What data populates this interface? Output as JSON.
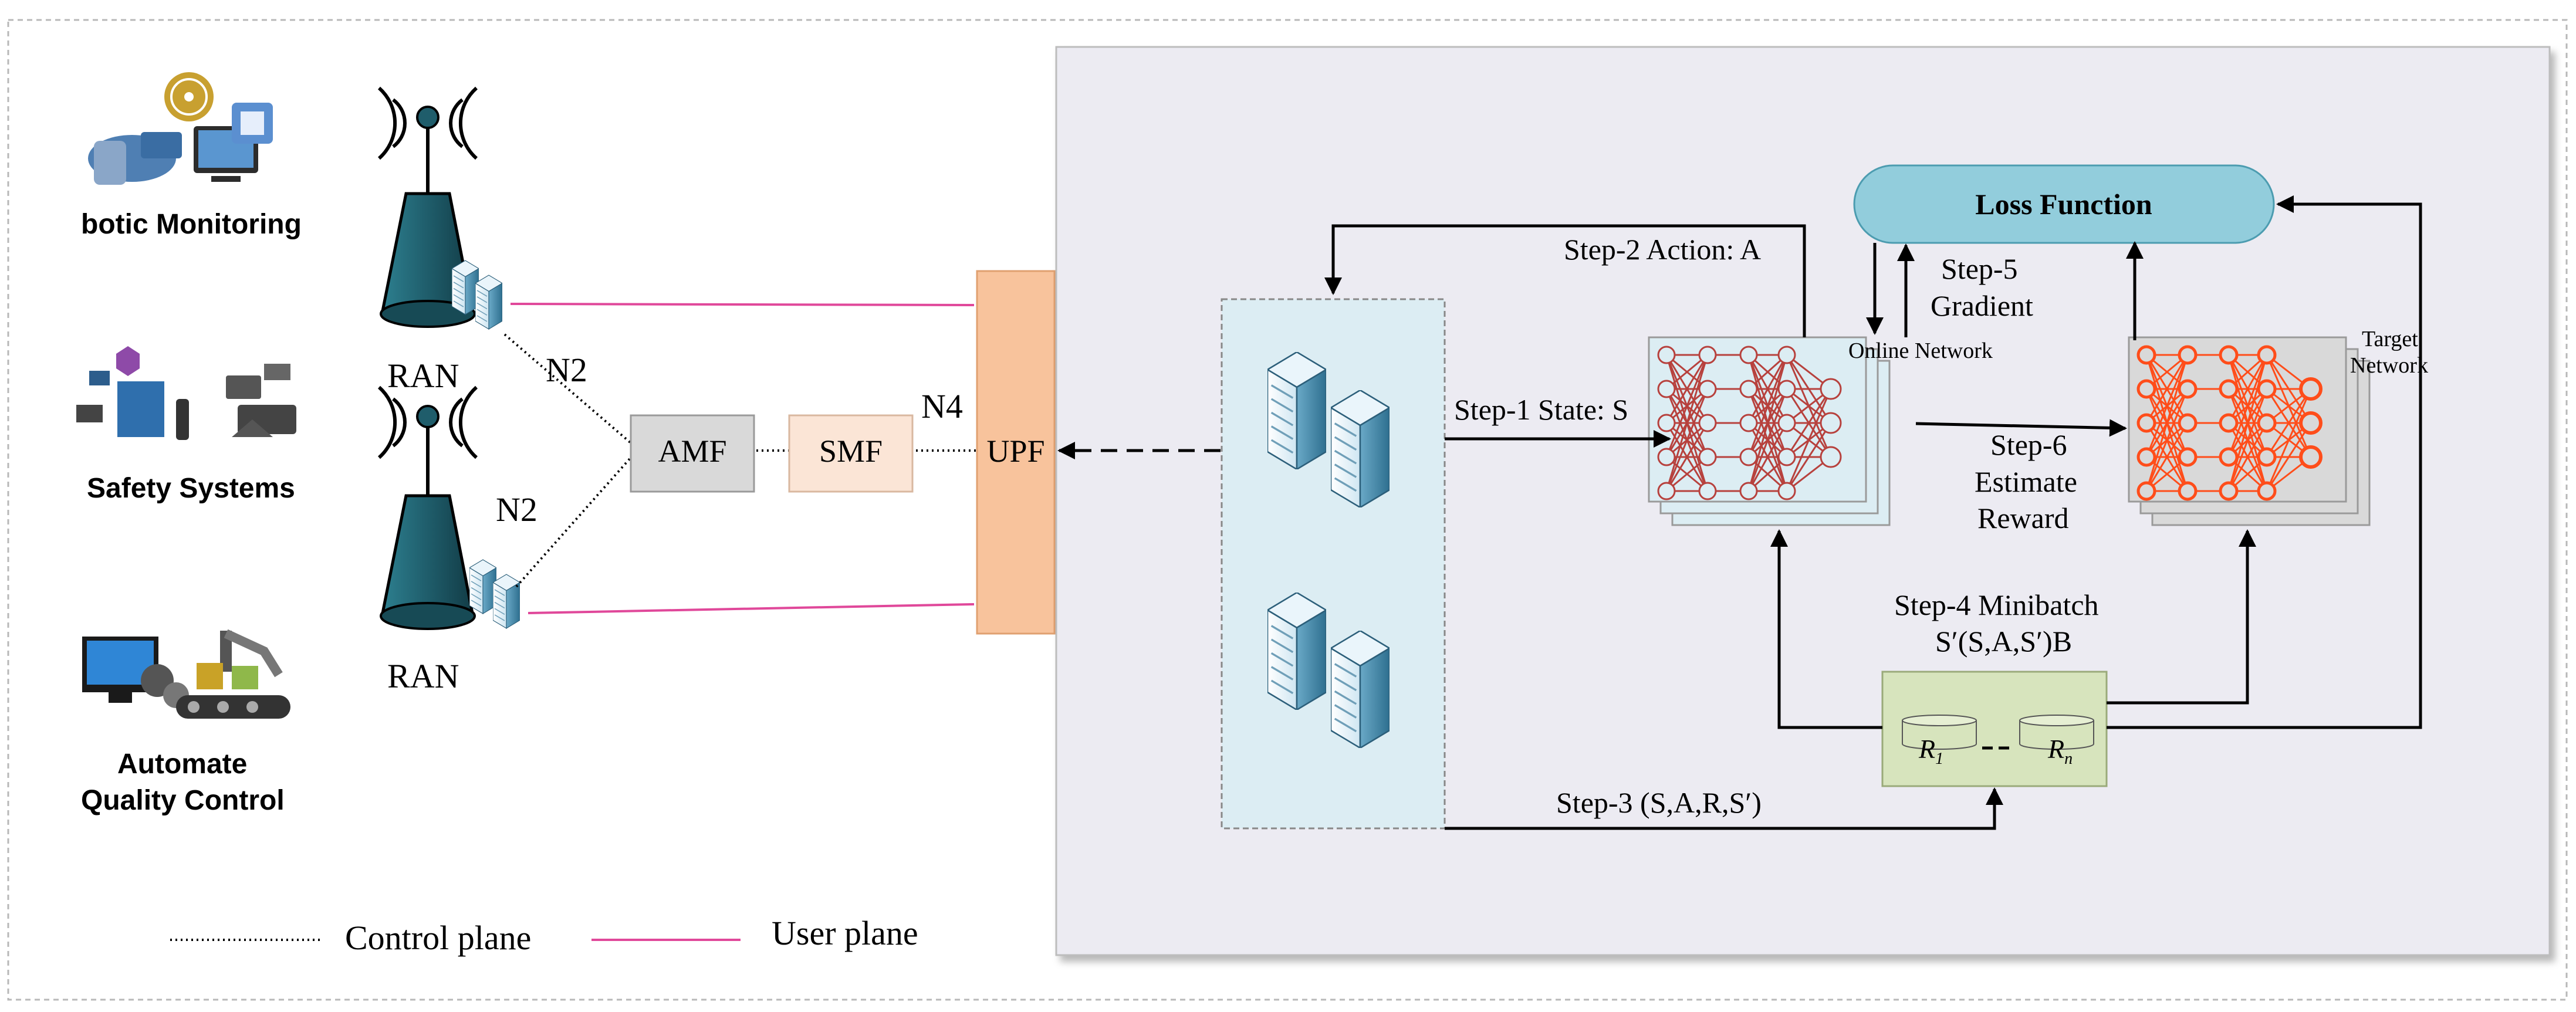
{
  "applications": {
    "monitoring_label": "botic Monitoring",
    "safety_label": "Safety Systems",
    "quality_label_line1": "Automate",
    "quality_label_line2": "Quality Control"
  },
  "ran": {
    "top_label": "RAN",
    "bottom_label": "RAN"
  },
  "core": {
    "n2_top": "N2",
    "n2_bottom": "N2",
    "n4": "N4",
    "amf": "AMF",
    "smf": "SMF",
    "upf": "UPF"
  },
  "drl": {
    "loss_function": "Loss Function",
    "step2_action": "Step-2 Action: A",
    "step1_state": "Step-1 State: S",
    "step5_line1": "Step-5",
    "step5_line2": "Gradient",
    "online_network": "Online Network",
    "target_line1": "Target",
    "target_line2": "Network",
    "step6_line1": "Step-6",
    "step6_line2": "Estimate",
    "step6_line3": "Reward",
    "step4_line1": "Step-4 Minibatch",
    "step4_line2": "S′(S,A,S′)B",
    "replay_first": "R",
    "replay_first_sub": "1",
    "replay_last": "R",
    "replay_last_sub": "n",
    "step3": "Step-3 (S,A,R,S′)"
  },
  "legend": {
    "control_plane": "Control plane",
    "user_plane": "User plane"
  },
  "colors": {
    "user_plane": "#e0489a",
    "panel_bg": "#ecebf2",
    "server_panel": "#dcedf3",
    "amf": "#d9d9d9",
    "smf": "#fbe5d6",
    "upf": "#f8c39c",
    "loss_function": "#92cddc",
    "replay_memory": "#d7e4bd",
    "online_network": "#b7413d",
    "target_network": "#ff4d1a",
    "tower": "#1f5d6b"
  }
}
